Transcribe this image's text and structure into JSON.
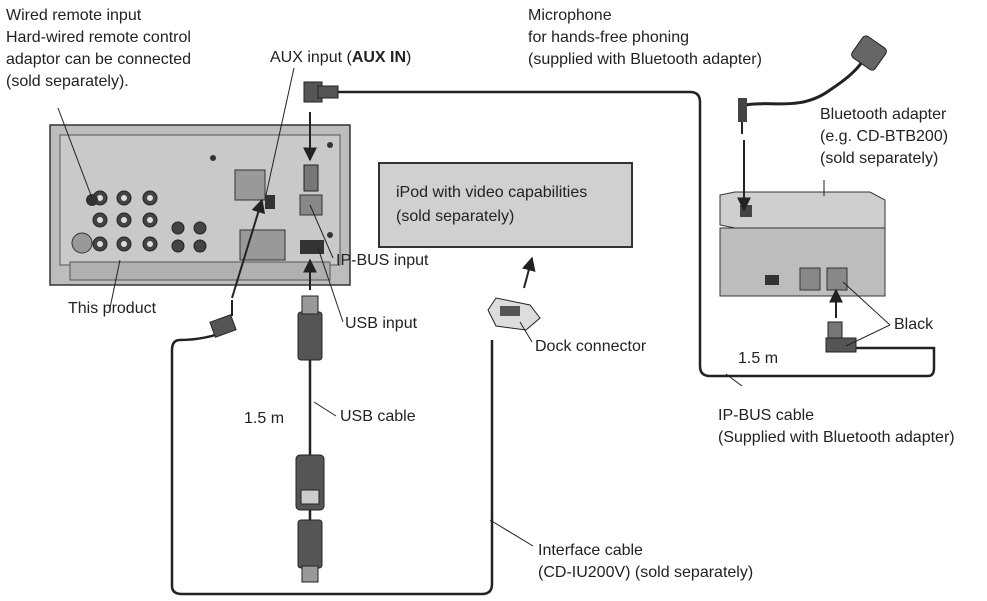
{
  "labels": {
    "wired_remote_1": "Wired remote input",
    "wired_remote_2": "Hard-wired remote control",
    "wired_remote_3": "adaptor can be connected",
    "wired_remote_4": "(sold separately).",
    "aux_prefix": "AUX input (",
    "aux_bold": "AUX IN",
    "aux_suffix": ")",
    "mic_1": "Microphone",
    "mic_2": "for hands-free phoning",
    "mic_3": "(supplied with Bluetooth adapter)",
    "bt_1": "Bluetooth adapter",
    "bt_2": "(e.g. CD-BTB200)",
    "bt_3": "(sold separately)",
    "ipod_1": "iPod with video capabilities",
    "ipod_2": "(sold separately)",
    "ipbus_input": "IP-BUS input",
    "this_product": "This product",
    "usb_input": "USB input",
    "dock_connector": "Dock connector",
    "black": "Black",
    "len_ipbus": "1.5 m",
    "len_usb": "1.5 m",
    "usb_cable": "USB cable",
    "ipbus_cable_1": "IP-BUS cable",
    "ipbus_cable_2": "(Supplied with Bluetooth adapter)",
    "iface_1": "Interface cable",
    "iface_2": "(CD-IU200V) (sold separately)"
  }
}
